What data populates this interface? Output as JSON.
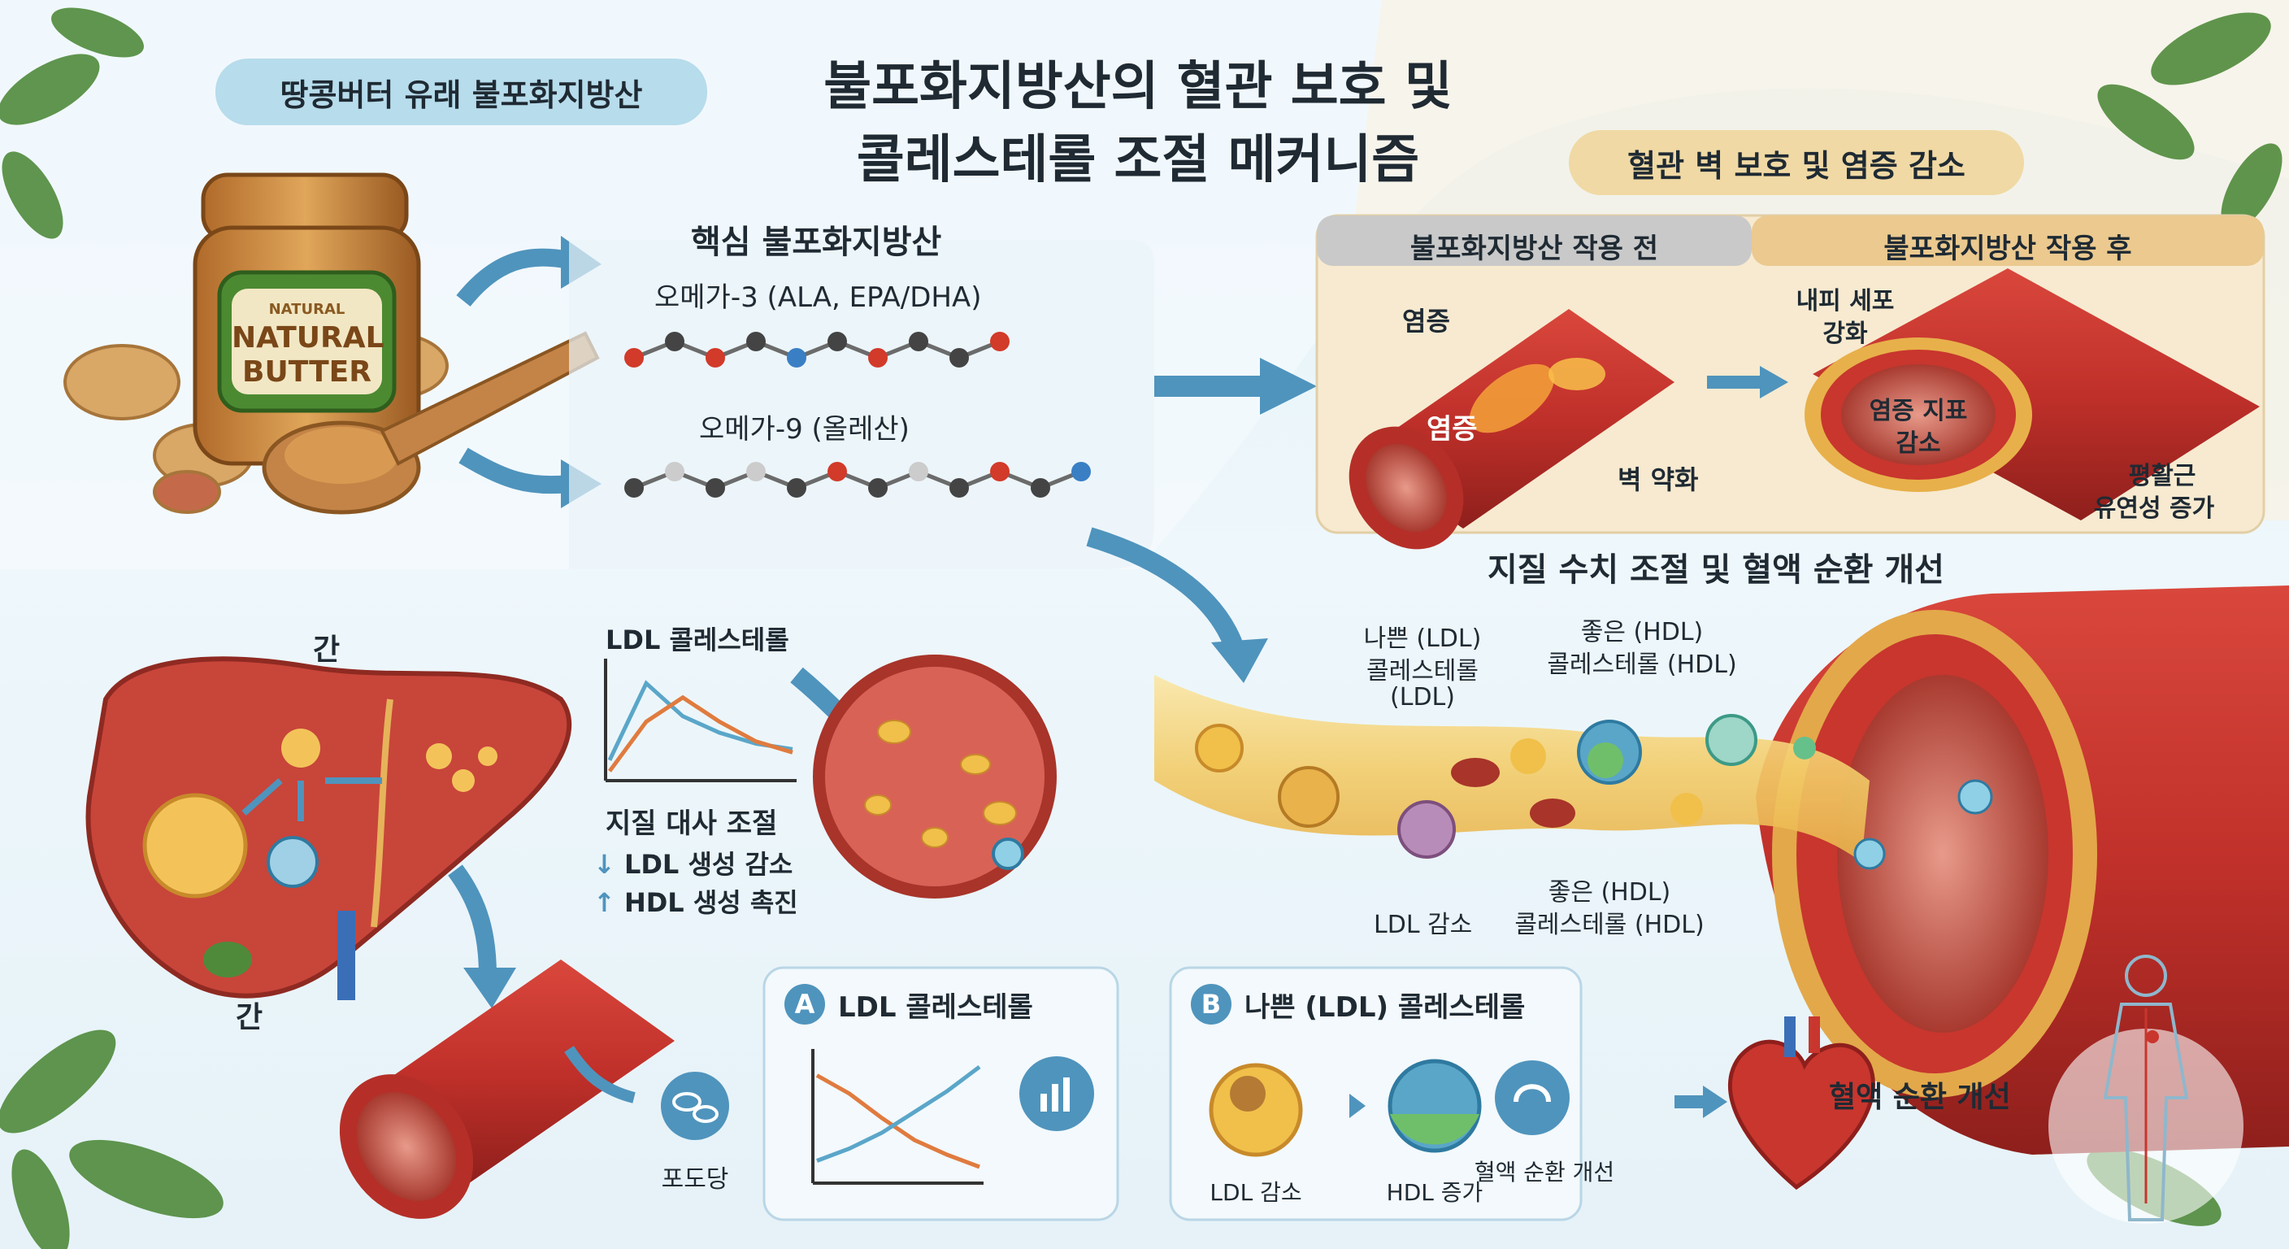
{
  "title": {
    "line1": "불포화지방산의 혈관 보호 및",
    "line2": "콜레스테롤 조절 메커니즘"
  },
  "source_tag": "땅콩버터 유래 불포화지방산",
  "jar_label": {
    "small": "NATURAL",
    "line1": "NATURAL",
    "line2": "BUTTER"
  },
  "fatty_acids": {
    "heading": "핵심 불포화지방산",
    "omega3": "오메가-3 (ALA, EPA/DHA)",
    "omega9": "오메가-9 (올레산)"
  },
  "vessel_protection": {
    "tag": "혈관 벽 보호 및 염증 감소",
    "before_header": "불포화지방산 작용 전",
    "after_header": "불포화지방산 작용 후",
    "inflammation_top": "염증",
    "inflammation_mid": "염증",
    "wall_weak": "벽 약화",
    "endothelial": [
      "내피 세포",
      "강화"
    ],
    "marker_down": [
      "염증 지표",
      "감소"
    ],
    "smooth_muscle": [
      "평활근",
      "유연성 증가"
    ]
  },
  "lipid_section": {
    "heading": "지질 수치 조절 및 혈액 순환 개선",
    "bad_ldl": [
      "나쁜 (LDL)",
      "콜레스테롤",
      "(LDL)"
    ],
    "good_hdl_top": [
      "좋은 (HDL)",
      "콜레스테롤 (HDL)"
    ],
    "good_hdl_bottom": [
      "좋은 (HDL)",
      "콜레스테롤 (HDL)"
    ],
    "ldl_down": "LDL 감소"
  },
  "liver": {
    "label_top": "간",
    "label_bottom": "간",
    "ldl_chart_title": "LDL 콜레스테롤",
    "metabolism": "지질 대사 조절",
    "ldl_gen_down": "LDL 생성 감소",
    "hdl_gen_up": "HDL 생성 촉진",
    "glucose": "포도당"
  },
  "box_a": {
    "badge": "A",
    "title": "LDL 콜레스테롤"
  },
  "box_b": {
    "badge": "B",
    "title": "나쁜 (LDL) 콜레스테롤",
    "ldl_down": "LDL 감소",
    "hdl_up": "HDL 증가",
    "circulation": "혈액 순환 개선"
  },
  "circulation_label": "혈액 순환 개선",
  "colors": {
    "vessel_red": "#c8362e",
    "vessel_dark": "#8e1f1c",
    "arrow_blue": "#4f94bd",
    "ldl_orange": "#e07b3f",
    "hdl_blue": "#5aa6c9",
    "fat_yellow": "#f0c04a",
    "tag_blue": "#b7dcec",
    "tag_tan": "#f0d9a4",
    "leaf_green": "#4f8a3a"
  },
  "chart_data": [
    {
      "type": "line",
      "title": "LDL 콜레스테롤",
      "series": [
        {
          "values": [
            0.15,
            0.85,
            0.55,
            0.4,
            0.3,
            0.25
          ]
        },
        {
          "values": [
            0.05,
            0.5,
            0.72,
            0.5,
            0.32,
            0.22
          ]
        }
      ]
    },
    {
      "type": "line",
      "series": [
        {
          "values": [
            0.85,
            0.7,
            0.5,
            0.32,
            0.2,
            0.1
          ]
        },
        {
          "values": [
            0.15,
            0.25,
            0.38,
            0.55,
            0.72,
            0.92
          ]
        }
      ]
    }
  ]
}
